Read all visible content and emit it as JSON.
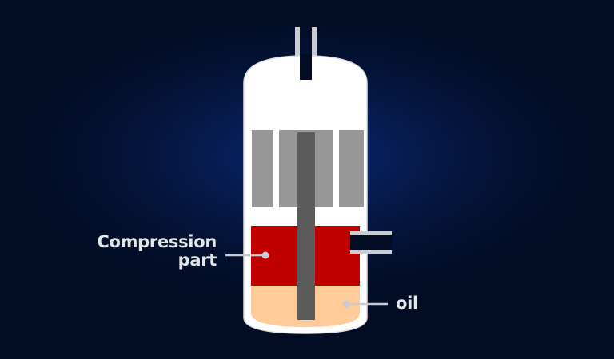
{
  "colors": {
    "background": "#020d24",
    "glow": "#0a2a78",
    "shell": "#ffffff",
    "pipe": "#c9ccd2",
    "motor_block": "#979797",
    "shaft": "#5b5b5b",
    "compression_part": "#c00000",
    "oil": "#ffcc99",
    "label_text": "#e4e6ea",
    "leader_line": "#c8cbd1"
  },
  "labels": {
    "compression_line1": "Compression",
    "compression_line2": "part",
    "oil": "oil"
  }
}
